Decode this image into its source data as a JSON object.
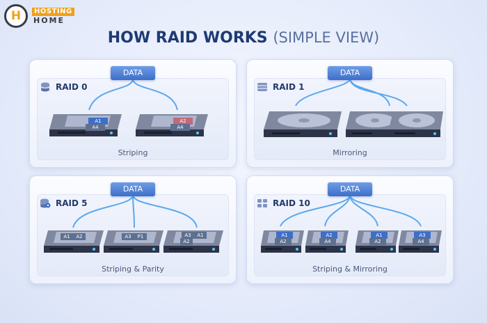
{
  "logo": {
    "letter": "H",
    "line1": "HOSTING",
    "line2": "HOME"
  },
  "title": {
    "main": "HOW RAID WORKS",
    "sub": "(SIMPLE VIEW)"
  },
  "panels": [
    {
      "id": "raid0",
      "data_label": "DATA",
      "raid_label": "RAID 0",
      "caption": "Striping",
      "drives": [
        [
          "A1",
          "A4"
        ],
        [
          "A2",
          "A4"
        ]
      ]
    },
    {
      "id": "raid1",
      "data_label": "DATA",
      "raid_label": "RAID 1",
      "caption": "Mirroring",
      "drives": [
        [],
        [],
        []
      ]
    },
    {
      "id": "raid5",
      "data_label": "DATA",
      "raid_label": "RAID 5",
      "caption": "Striping & Parity",
      "drives": [
        [
          "A1",
          "A2"
        ],
        [
          "A3",
          "P1"
        ],
        [
          "A3",
          "A1",
          "A2"
        ]
      ]
    },
    {
      "id": "raid10",
      "data_label": "DATA",
      "raid_label": "RAID 10",
      "caption": "Striping & Mirroring",
      "drives": [
        [
          "A1",
          "A2"
        ],
        [
          "A2",
          "A4"
        ],
        [
          "A1",
          "A2"
        ],
        [
          "A3",
          "A4"
        ]
      ]
    }
  ],
  "colors": {
    "accent": "#3d6fc9",
    "title": "#1f3a73",
    "led": "#59c8ff"
  }
}
